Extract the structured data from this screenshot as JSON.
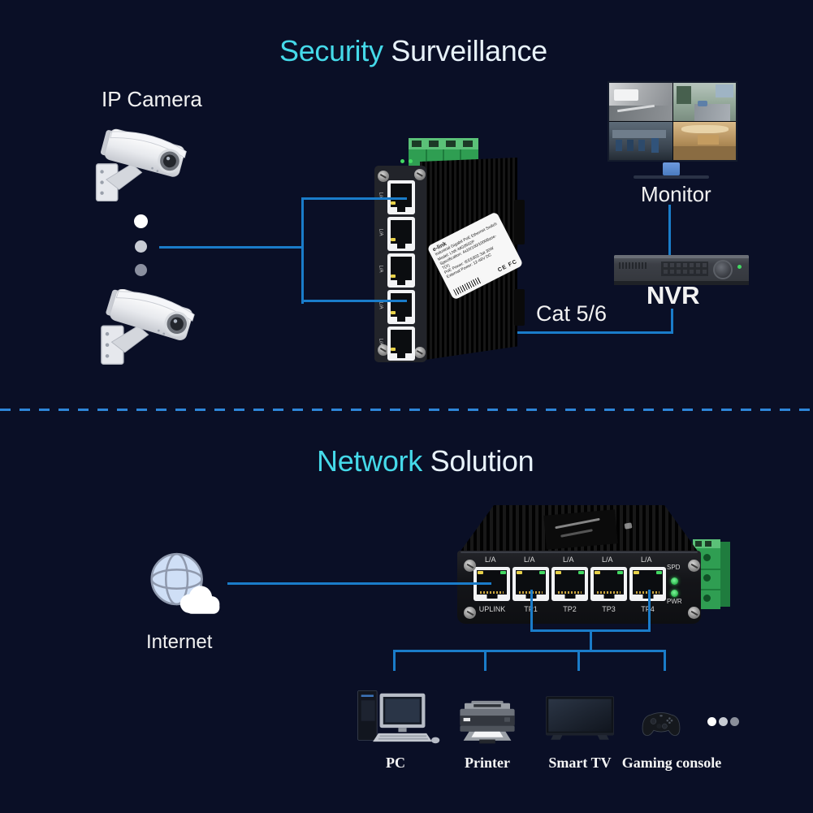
{
  "colors": {
    "background": "#0a0f26",
    "line": "#1a7cc9",
    "divider": "#2e86d8",
    "title_accent": "#45d9e9",
    "title_secondary": "#e8f2fa"
  },
  "surveillance": {
    "title_accent": "Security",
    "title_rest": " Surveillance",
    "ip_camera_label": "IP Camera",
    "monitor_label": "Monitor",
    "nvr_label": "NVR",
    "cable_label": "Cat 5/6",
    "switch_label": {
      "brand": "e-link",
      "product": "Industrial Gigabit PoE Ethernet Switch",
      "line1": "Model: LNK-MG0502P",
      "line2": "Specification: 4x10/100/1000Base-T(X)",
      "line3": "PoE Power: IEEE802.3at 30W",
      "line4": "External Power: 12-48V DC",
      "cert": "CE FC"
    }
  },
  "network": {
    "title_accent": "Network",
    "title_rest": " Solution",
    "internet_label": "Internet",
    "switch": {
      "port_status_labels": [
        "L/A",
        "L/A",
        "L/A",
        "L/A",
        "L/A"
      ],
      "port_name_labels": [
        "UPLINK",
        "TP1",
        "TP2",
        "TP3",
        "TP4"
      ],
      "led_top_label": "SPD",
      "led_bottom_label": "PWR"
    },
    "devices": [
      {
        "label": "PC"
      },
      {
        "label": "Printer"
      },
      {
        "label": "Smart TV"
      },
      {
        "label": "Gaming console"
      }
    ]
  }
}
